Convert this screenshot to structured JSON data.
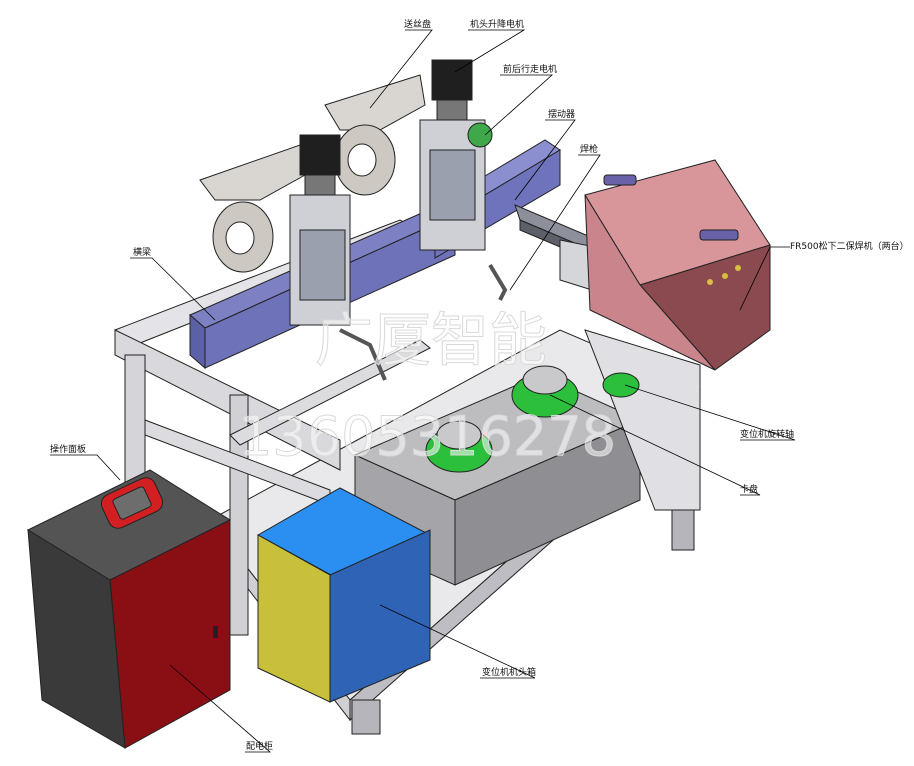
{
  "labels": {
    "wire_feeder": "送丝盘",
    "head_lift_motor": "机头升降电机",
    "travel_motor": "前后行走电机",
    "oscillator": "摆动器",
    "torch": "焊枪",
    "welder": "FR500松下二保焊机（两台）",
    "crossbeam": "横梁",
    "control_panel": "操作面板",
    "positioner_shaft": "变位机旋转轴",
    "chuck": "卡盘",
    "positioner_head": "变位机机头箱",
    "cabinet": "配电柜"
  },
  "watermark": {
    "company": "广厦智能",
    "phone": "13605316278"
  },
  "colors": {
    "frame": "#dedee2",
    "beam": "#6e72b8",
    "welder_body": "#c9858b",
    "cabinet_door": "#8a0f14",
    "cabinet_body": "#3a3a3a",
    "box_yellow": "#c8c03a",
    "box_blue": "#2f7fd6",
    "chuck_green": "#2bbf3c",
    "panel_red": "#d21f22"
  }
}
